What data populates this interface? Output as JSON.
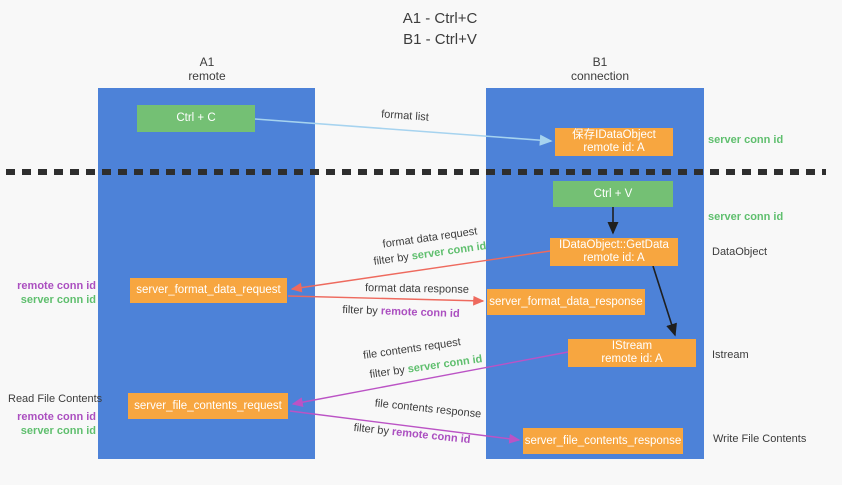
{
  "title": {
    "line1": "A1 - Ctrl+C",
    "line2": "B1 - Ctrl+V"
  },
  "lanes": {
    "left": {
      "title": "A1",
      "subtitle": "remote"
    },
    "right": {
      "title": "B1",
      "subtitle": "connection"
    }
  },
  "nodes": {
    "ctrl_c": {
      "label": "Ctrl + C"
    },
    "ctrl_v": {
      "label": "Ctrl + V"
    },
    "save_dataobject": {
      "line1": "保存IDataObject",
      "line2": "remote id: A"
    },
    "getdata": {
      "line1": "IDataObject::GetData",
      "line2": "remote id: A"
    },
    "istream": {
      "line1": "IStream",
      "line2": "remote id: A"
    },
    "server_format_data_request": {
      "label": "server_format_data_request"
    },
    "server_format_data_response": {
      "label": "server_format_data_response"
    },
    "server_file_contents_request": {
      "label": "server_file_contents_request"
    },
    "server_file_contents_response": {
      "label": "server_file_contents_response"
    }
  },
  "edge_labels": {
    "format_list": "format list",
    "format_data_request": "format data request",
    "format_data_request_filter": {
      "prefix": "filter by ",
      "value": "server conn id"
    },
    "format_data_response": "format data response",
    "format_data_response_filter": {
      "prefix": "filter by ",
      "value": "remote conn id"
    },
    "file_contents_request": "file contents request",
    "file_contents_request_filter": {
      "prefix": "filter by ",
      "value": "server conn id"
    },
    "file_contents_response": "file contents response",
    "file_contents_response_filter": {
      "prefix": "filter by ",
      "value": "remote conn id"
    }
  },
  "side_labels": {
    "server_conn_id_top": "server conn id",
    "server_conn_id_mid": "server conn id",
    "dataobject": "DataObject",
    "istream": "Istream",
    "write_file_contents": "Write File Contents",
    "read_file_contents": "Read File Contents",
    "format_remote_conn_id": "remote conn id",
    "format_server_conn_id": "server conn id",
    "file_remote_conn_id": "remote conn id",
    "file_server_conn_id": "server conn id"
  },
  "colors": {
    "lane_blue": "#4d82d8",
    "node_green": "#74c074",
    "node_orange": "#f7a640",
    "arrow_light_blue": "#a6d3ef",
    "arrow_red": "#ee6a5e",
    "arrow_purple": "#bb53c5",
    "arrow_black": "#1f1f1f",
    "text_green": "#5fbf6e",
    "text_purple": "#ab4fc0",
    "text_dark": "#3c3c3c",
    "background": "#f8f8f8"
  }
}
